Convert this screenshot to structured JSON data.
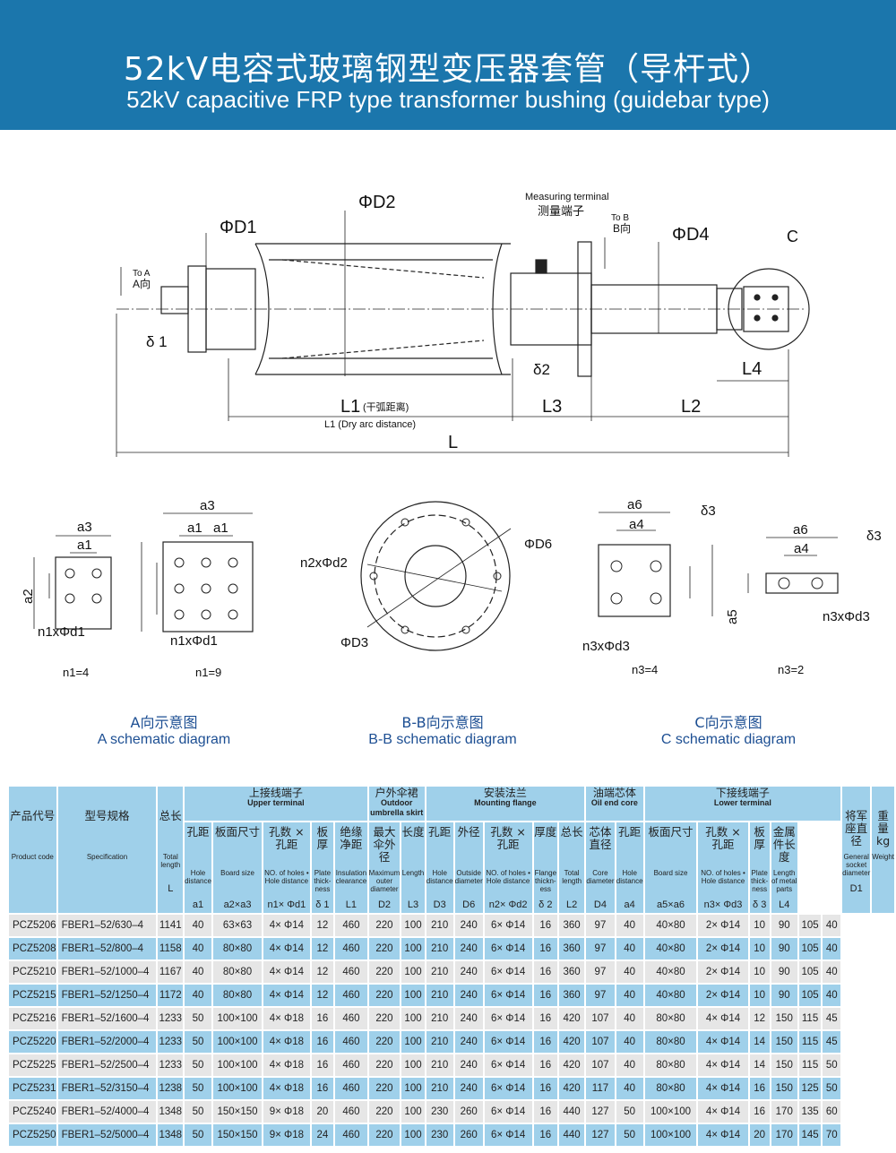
{
  "title": {
    "zh": "52kV电容式玻璃钢型变压器套管（导杆式）",
    "en": "52kV capacitive FRP type transformer bushing (guidebar type)"
  },
  "drawing": {
    "d1": "ΦD1",
    "d2": "ΦD2",
    "measuring_en": "Measuring terminal",
    "measuring_zh": "测量端子",
    "to_b": "To B",
    "b_dir": "B向",
    "d4": "ΦD4",
    "c": "C",
    "to_a": "To A",
    "a_dir": "A向",
    "delta1": "δ 1",
    "delta2": "δ2",
    "l4": "L4",
    "l1": "L1",
    "l1_zh": "(干弧距离)",
    "l1_en": "L1 (Dry arc distance)",
    "l3": "L3",
    "l2": "L2",
    "l": "L"
  },
  "views": {
    "a3": "a3",
    "a1": "a1",
    "a2": "a2",
    "n1d1": "n1xΦd1",
    "n1_4": "n1=4",
    "n1_9": "n1=9",
    "n2d2": "n2xΦd2",
    "d6": "ΦD6",
    "d3": "ΦD3",
    "a6": "a6",
    "a4": "a4",
    "d3s": "δ3",
    "a5": "a5",
    "n3d3": "n3xΦd3",
    "n3_4": "n3=4",
    "n3_2": "n3=2"
  },
  "captions": [
    {
      "zh": "A向示意图",
      "en": "A  schematic diagram"
    },
    {
      "zh": "B-B向示意图",
      "en": "B-B  schematic diagram"
    },
    {
      "zh": "C向示意图",
      "en": "C  schematic diagram"
    }
  ],
  "table": {
    "groups": [
      {
        "zh": "上接线端子",
        "en": "Upper terminal"
      },
      {
        "zh": "户外伞裙",
        "en": "Outdoor umbrella skirt"
      },
      {
        "zh": "安装法兰",
        "en": "Mounting flange"
      },
      {
        "zh": "油端芯体",
        "en": "Oil end core"
      },
      {
        "zh": "下接线端子",
        "en": "Lower terminal"
      }
    ],
    "columns": [
      {
        "zh": "产品代号",
        "en": "Product code",
        "sym": ""
      },
      {
        "zh": "型号规格",
        "en": "Specification",
        "sym": ""
      },
      {
        "zh": "总长",
        "en": "Total length",
        "sym": "L"
      },
      {
        "zh": "孔距",
        "en": "Hole distance",
        "sym": "a1"
      },
      {
        "zh": "板面尺寸",
        "en": "Board size",
        "sym": "a2×a3"
      },
      {
        "zh": "孔数 × 孔距",
        "en": "NO. of holes • Hole distance",
        "sym": "n1× Φd1"
      },
      {
        "zh": "板厚",
        "en": "Plate thick-ness",
        "sym": "δ 1"
      },
      {
        "zh": "绝缘净距",
        "en": "Insulation clearance",
        "sym": "L1"
      },
      {
        "zh": "最大伞外径",
        "en": "Maximum outer diameter",
        "sym": "D2"
      },
      {
        "zh": "长度",
        "en": "Length",
        "sym": "L3"
      },
      {
        "zh": "孔距",
        "en": "Hole distance",
        "sym": "D3"
      },
      {
        "zh": "外径",
        "en": "Outside diameter",
        "sym": "D6"
      },
      {
        "zh": "孔数 × 孔距",
        "en": "NO. of holes • Hole distance",
        "sym": "n2× Φd2"
      },
      {
        "zh": "厚度",
        "en": "Flange thickn-ess",
        "sym": "δ 2"
      },
      {
        "zh": "总长",
        "en": "Total length",
        "sym": "L2"
      },
      {
        "zh": "芯体直径",
        "en": "Core diameter",
        "sym": "D4"
      },
      {
        "zh": "孔距",
        "en": "Hole distance",
        "sym": "a4"
      },
      {
        "zh": "板面尺寸",
        "en": "Board size",
        "sym": "a5×a6"
      },
      {
        "zh": "孔数 × 孔距",
        "en": "NO. of holes • Hole distance",
        "sym": "n3× Φd3"
      },
      {
        "zh": "板厚",
        "en": "Plate thick-ness",
        "sym": "δ 3"
      },
      {
        "zh": "金属件长度",
        "en": "Length of metal parts",
        "sym": "L4"
      },
      {
        "zh": "将军座直径",
        "en": "General socket diameter",
        "sym": "D1"
      },
      {
        "zh": "重量 kg",
        "en": "Weight",
        "sym": ""
      }
    ],
    "rows": [
      [
        "PCZ5206",
        "FBER1–52/630–4",
        "1141",
        "40",
        "63×63",
        "4× Φ14",
        "12",
        "460",
        "220",
        "100",
        "210",
        "240",
        "6× Φ14",
        "16",
        "360",
        "97",
        "40",
        "40×80",
        "2× Φ14",
        "10",
        "90",
        "105",
        "40"
      ],
      [
        "PCZ5208",
        "FBER1–52/800–4",
        "1158",
        "40",
        "80×80",
        "4× Φ14",
        "12",
        "460",
        "220",
        "100",
        "210",
        "240",
        "6× Φ14",
        "16",
        "360",
        "97",
        "40",
        "40×80",
        "2× Φ14",
        "10",
        "90",
        "105",
        "40"
      ],
      [
        "PCZ5210",
        "FBER1–52/1000–4",
        "1167",
        "40",
        "80×80",
        "4× Φ14",
        "12",
        "460",
        "220",
        "100",
        "210",
        "240",
        "6× Φ14",
        "16",
        "360",
        "97",
        "40",
        "40×80",
        "2× Φ14",
        "10",
        "90",
        "105",
        "40"
      ],
      [
        "PCZ5215",
        "FBER1–52/1250–4",
        "1172",
        "40",
        "80×80",
        "4× Φ14",
        "12",
        "460",
        "220",
        "100",
        "210",
        "240",
        "6× Φ14",
        "16",
        "360",
        "97",
        "40",
        "40×80",
        "2× Φ14",
        "10",
        "90",
        "105",
        "40"
      ],
      [
        "PCZ5216",
        "FBER1–52/1600–4",
        "1233",
        "50",
        "100×100",
        "4× Φ18",
        "16",
        "460",
        "220",
        "100",
        "210",
        "240",
        "6× Φ14",
        "16",
        "420",
        "107",
        "40",
        "80×80",
        "4× Φ14",
        "12",
        "150",
        "115",
        "45"
      ],
      [
        "PCZ5220",
        "FBER1–52/2000–4",
        "1233",
        "50",
        "100×100",
        "4× Φ18",
        "16",
        "460",
        "220",
        "100",
        "210",
        "240",
        "6× Φ14",
        "16",
        "420",
        "107",
        "40",
        "80×80",
        "4× Φ14",
        "14",
        "150",
        "115",
        "45"
      ],
      [
        "PCZ5225",
        "FBER1–52/2500–4",
        "1233",
        "50",
        "100×100",
        "4× Φ18",
        "16",
        "460",
        "220",
        "100",
        "210",
        "240",
        "6× Φ14",
        "16",
        "420",
        "107",
        "40",
        "80×80",
        "4× Φ14",
        "14",
        "150",
        "115",
        "50"
      ],
      [
        "PCZ5231",
        "FBER1–52/3150–4",
        "1238",
        "50",
        "100×100",
        "4× Φ18",
        "16",
        "460",
        "220",
        "100",
        "210",
        "240",
        "6× Φ14",
        "16",
        "420",
        "117",
        "40",
        "80×80",
        "4× Φ14",
        "16",
        "150",
        "125",
        "50"
      ],
      [
        "PCZ5240",
        "FBER1–52/4000–4",
        "1348",
        "50",
        "150×150",
        "9× Φ18",
        "20",
        "460",
        "220",
        "100",
        "230",
        "260",
        "6× Φ14",
        "16",
        "440",
        "127",
        "50",
        "100×100",
        "4× Φ14",
        "16",
        "170",
        "135",
        "60"
      ],
      [
        "PCZ5250",
        "FBER1–52/5000–4",
        "1348",
        "50",
        "150×150",
        "9× Φ18",
        "24",
        "460",
        "220",
        "100",
        "230",
        "260",
        "6× Φ14",
        "16",
        "440",
        "127",
        "50",
        "100×100",
        "4× Φ14",
        "20",
        "170",
        "145",
        "70"
      ]
    ]
  }
}
